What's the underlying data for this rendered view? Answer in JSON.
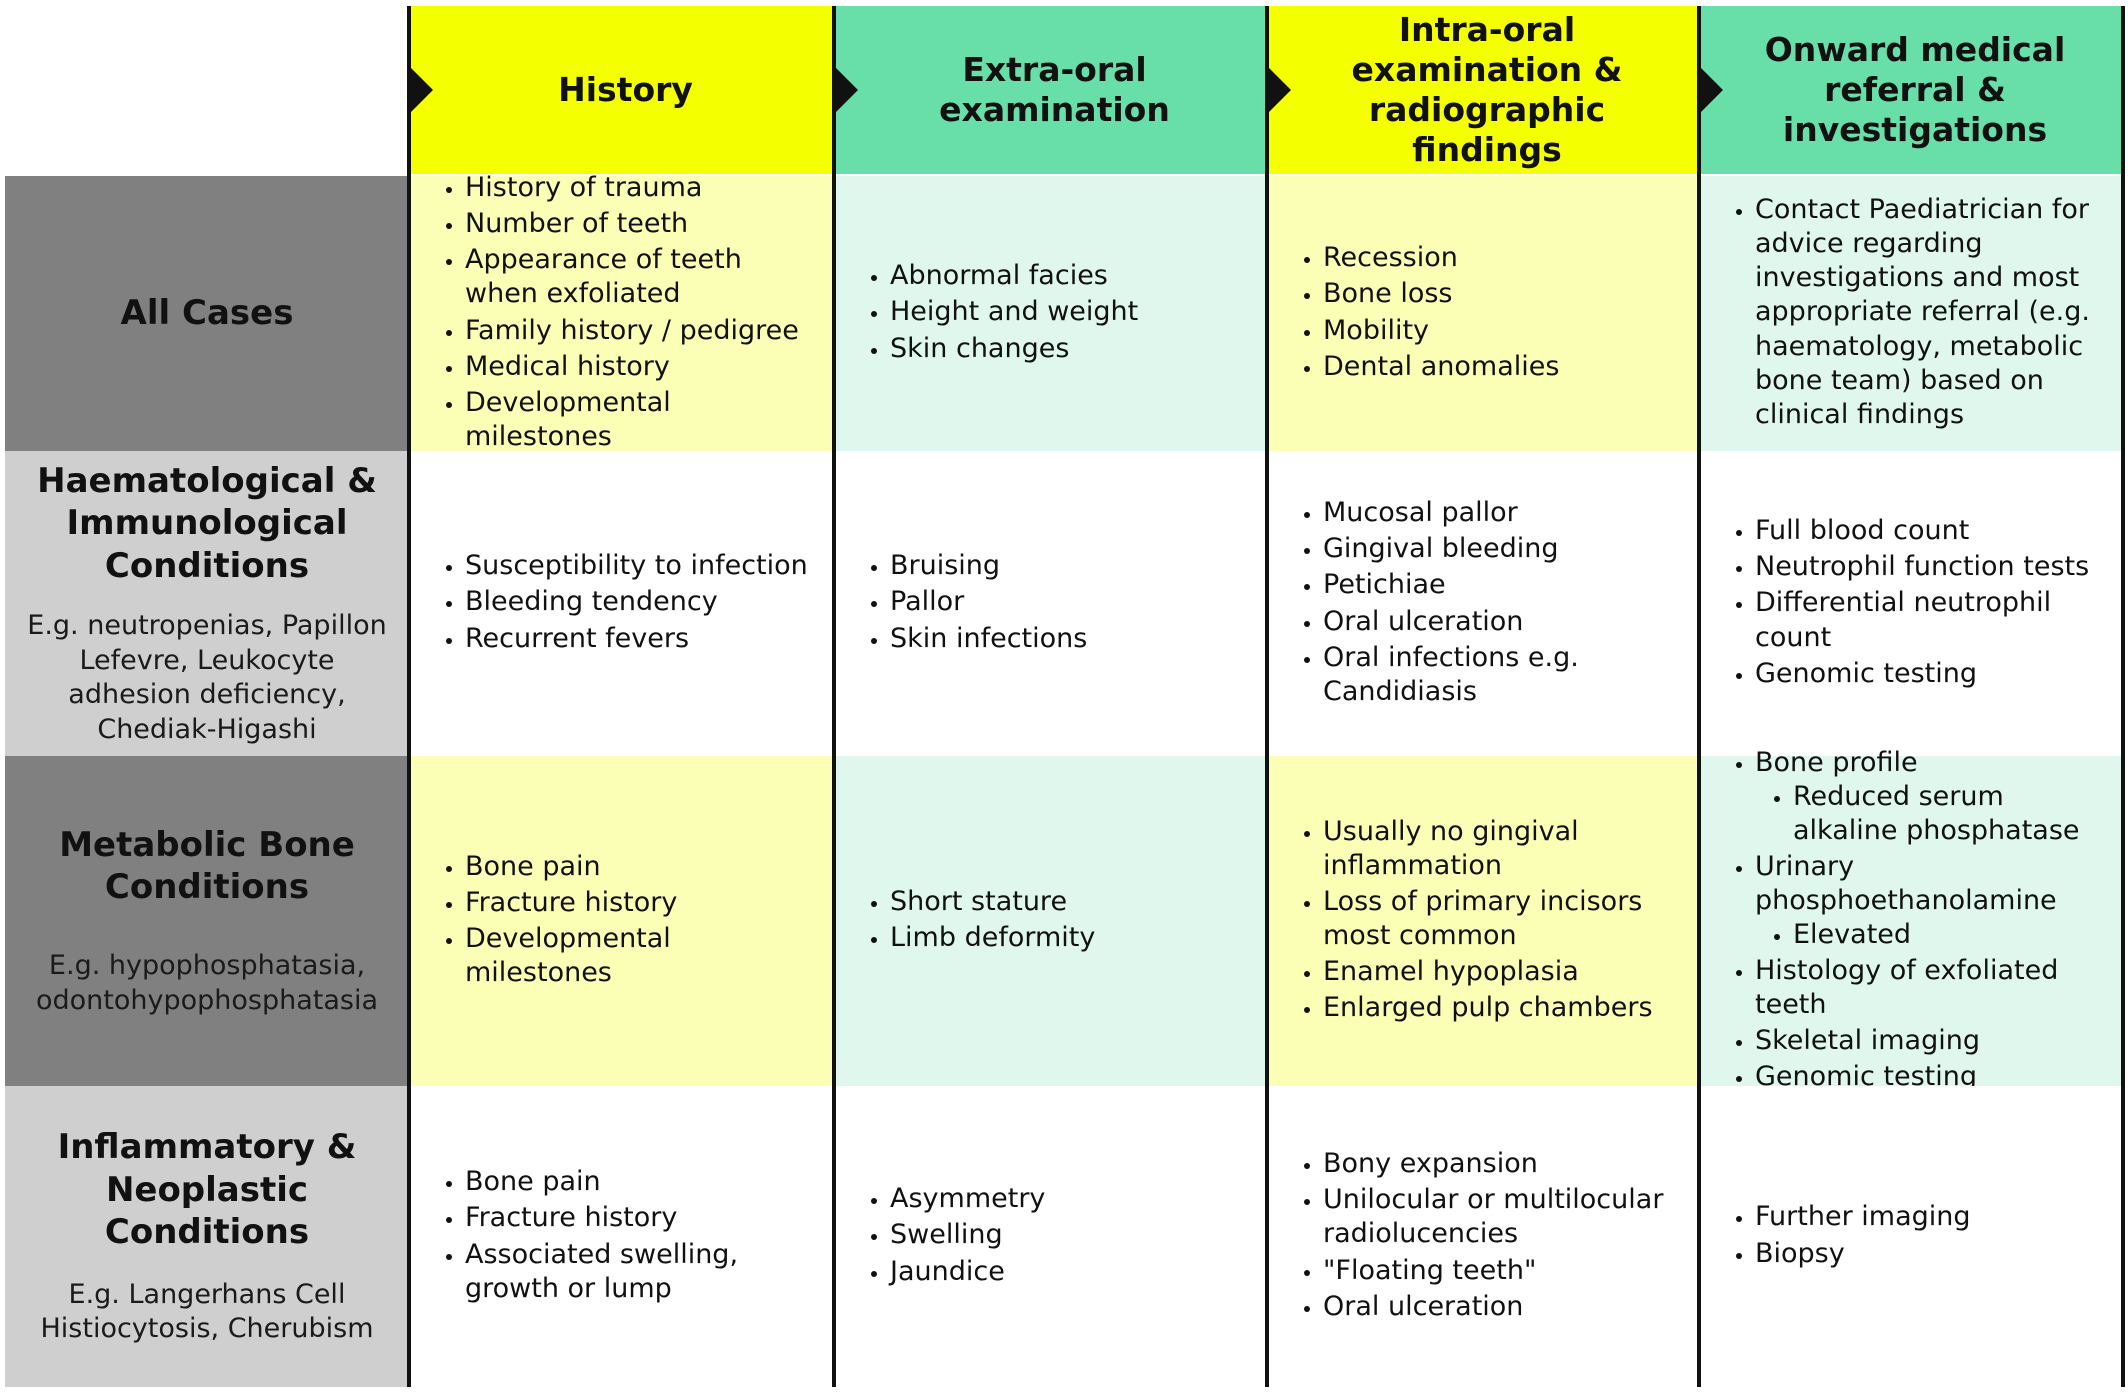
{
  "header": {
    "history": "History",
    "extra_oral": "Extra-oral examination",
    "intra_oral": "Intra-oral examination & radiographic findings",
    "referral": "Onward medical referral & investigations"
  },
  "rows": {
    "all_cases": {
      "title": "All Cases",
      "history": [
        "History of trauma",
        "Number of teeth",
        "Appearance of teeth when exfoliated",
        "Family history / pedigree",
        "Medical history",
        "Developmental milestones"
      ],
      "extra_oral": [
        "Abnormal facies",
        "Height and weight",
        "Skin changes"
      ],
      "intra_oral": [
        "Recession",
        "Bone loss",
        "Mobility",
        "Dental anomalies"
      ],
      "referral": [
        "Contact Paediatrician for advice regarding investigations and most appropriate referral  (e.g. haematology, metabolic bone team) based on clinical findings"
      ]
    },
    "haematological": {
      "title": "Haematological & Immunological Conditions",
      "subtitle": "E.g. neutropenias, Papillon Lefevre, Leukocyte adhesion deficiency, Chediak-Higashi",
      "history": [
        "Susceptibility to infection",
        "Bleeding tendency",
        "Recurrent fevers"
      ],
      "extra_oral": [
        "Bruising",
        "Pallor",
        "Skin infections"
      ],
      "intra_oral": [
        "Mucosal pallor",
        "Gingival bleeding",
        "Petichiae",
        "Oral ulceration",
        "Oral infections e.g. Candidiasis"
      ],
      "referral": [
        "Full blood count",
        "Neutrophil function tests",
        "Differential neutrophil count",
        "Genomic testing"
      ]
    },
    "metabolic": {
      "title": "Metabolic Bone Conditions",
      "subtitle": "E.g. hypophosphatasia, odontohypophosphatasia",
      "history": [
        "Bone pain",
        "Fracture history",
        "Developmental milestones"
      ],
      "extra_oral": [
        "Short stature",
        "Limb deformity"
      ],
      "intra_oral": [
        "Usually no gingival inflammation",
        "Loss of primary incisors most common",
        "Enamel hypoplasia",
        "Enlarged pulp chambers"
      ],
      "referral": {
        "bone_profile": "Bone profile",
        "bone_profile_sub": "Reduced serum alkaline phosphatase",
        "urinary": "Urinary phosphoethanolamine",
        "urinary_sub": "Elevated",
        "histology": "Histology of exfoliated teeth",
        "skeletal": "Skeletal imaging",
        "genomic": "Genomic testing"
      }
    },
    "inflammatory": {
      "title": "Inflammatory & Neoplastic Conditions",
      "subtitle": "E.g. Langerhans Cell Histiocytosis, Cherubism",
      "history": [
        "Bone pain",
        "Fracture history",
        "Associated swelling, growth or lump"
      ],
      "extra_oral": [
        "Asymmetry",
        "Swelling",
        "Jaundice"
      ],
      "intra_oral": [
        "Bony expansion",
        "Unilocular or multilocular radiolucencies",
        "\"Floating teeth\"",
        "Oral ulceration"
      ],
      "referral": [
        "Further imaging",
        "Biopsy"
      ]
    }
  },
  "colors": {
    "header_yellow": "#f4ff00",
    "header_green": "#68dea8",
    "cell_yellow": "#fbffb6",
    "cell_green": "#e0f7ee",
    "label_dark": "#808080",
    "label_light": "#cfcfcf"
  }
}
